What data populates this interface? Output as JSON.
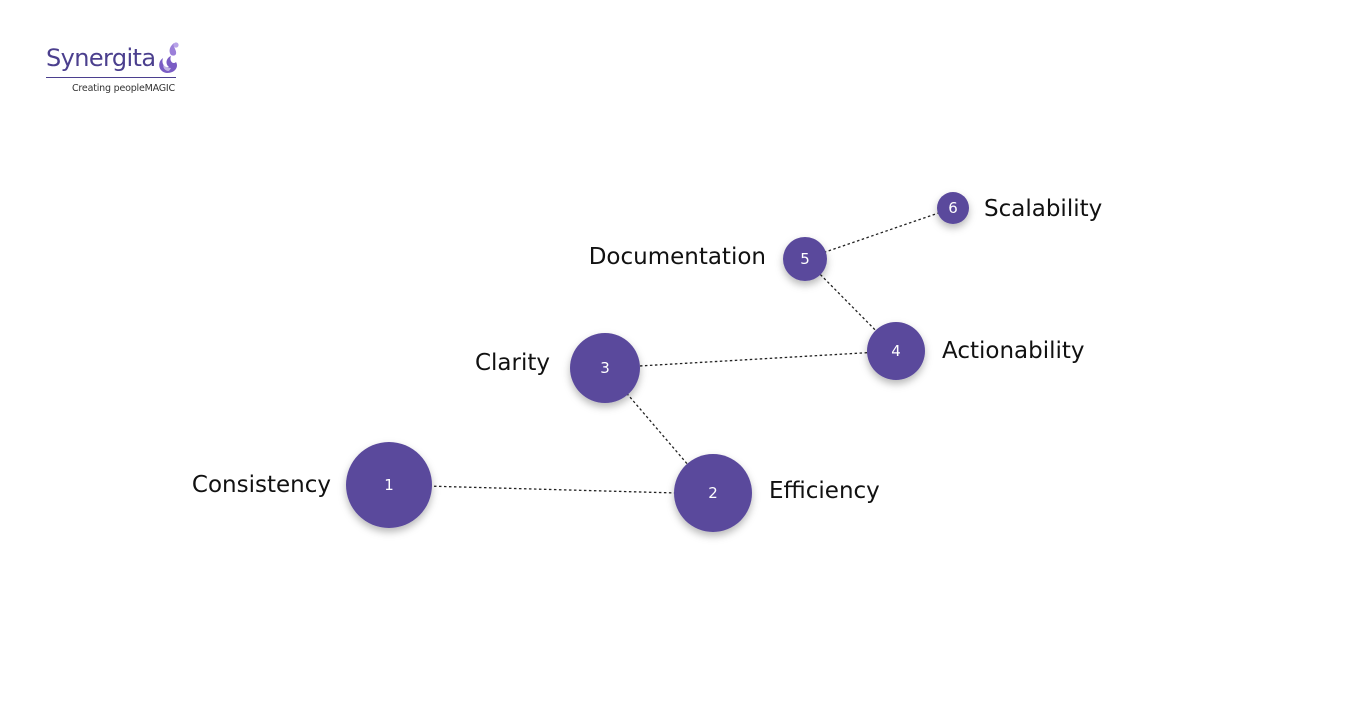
{
  "logo": {
    "name": "Synergita",
    "tagline": "Creating peopleMAGIC"
  },
  "colors": {
    "node_fill": "#5a4a9c",
    "connector": "#222222",
    "brand": "#4b3f8e"
  },
  "nodes": [
    {
      "number": "1",
      "label": "Consistency"
    },
    {
      "number": "2",
      "label": "Efficiency"
    },
    {
      "number": "3",
      "label": "Clarity"
    },
    {
      "number": "4",
      "label": "Actionability"
    },
    {
      "number": "5",
      "label": "Documentation"
    },
    {
      "number": "6",
      "label": "Scalability"
    }
  ]
}
